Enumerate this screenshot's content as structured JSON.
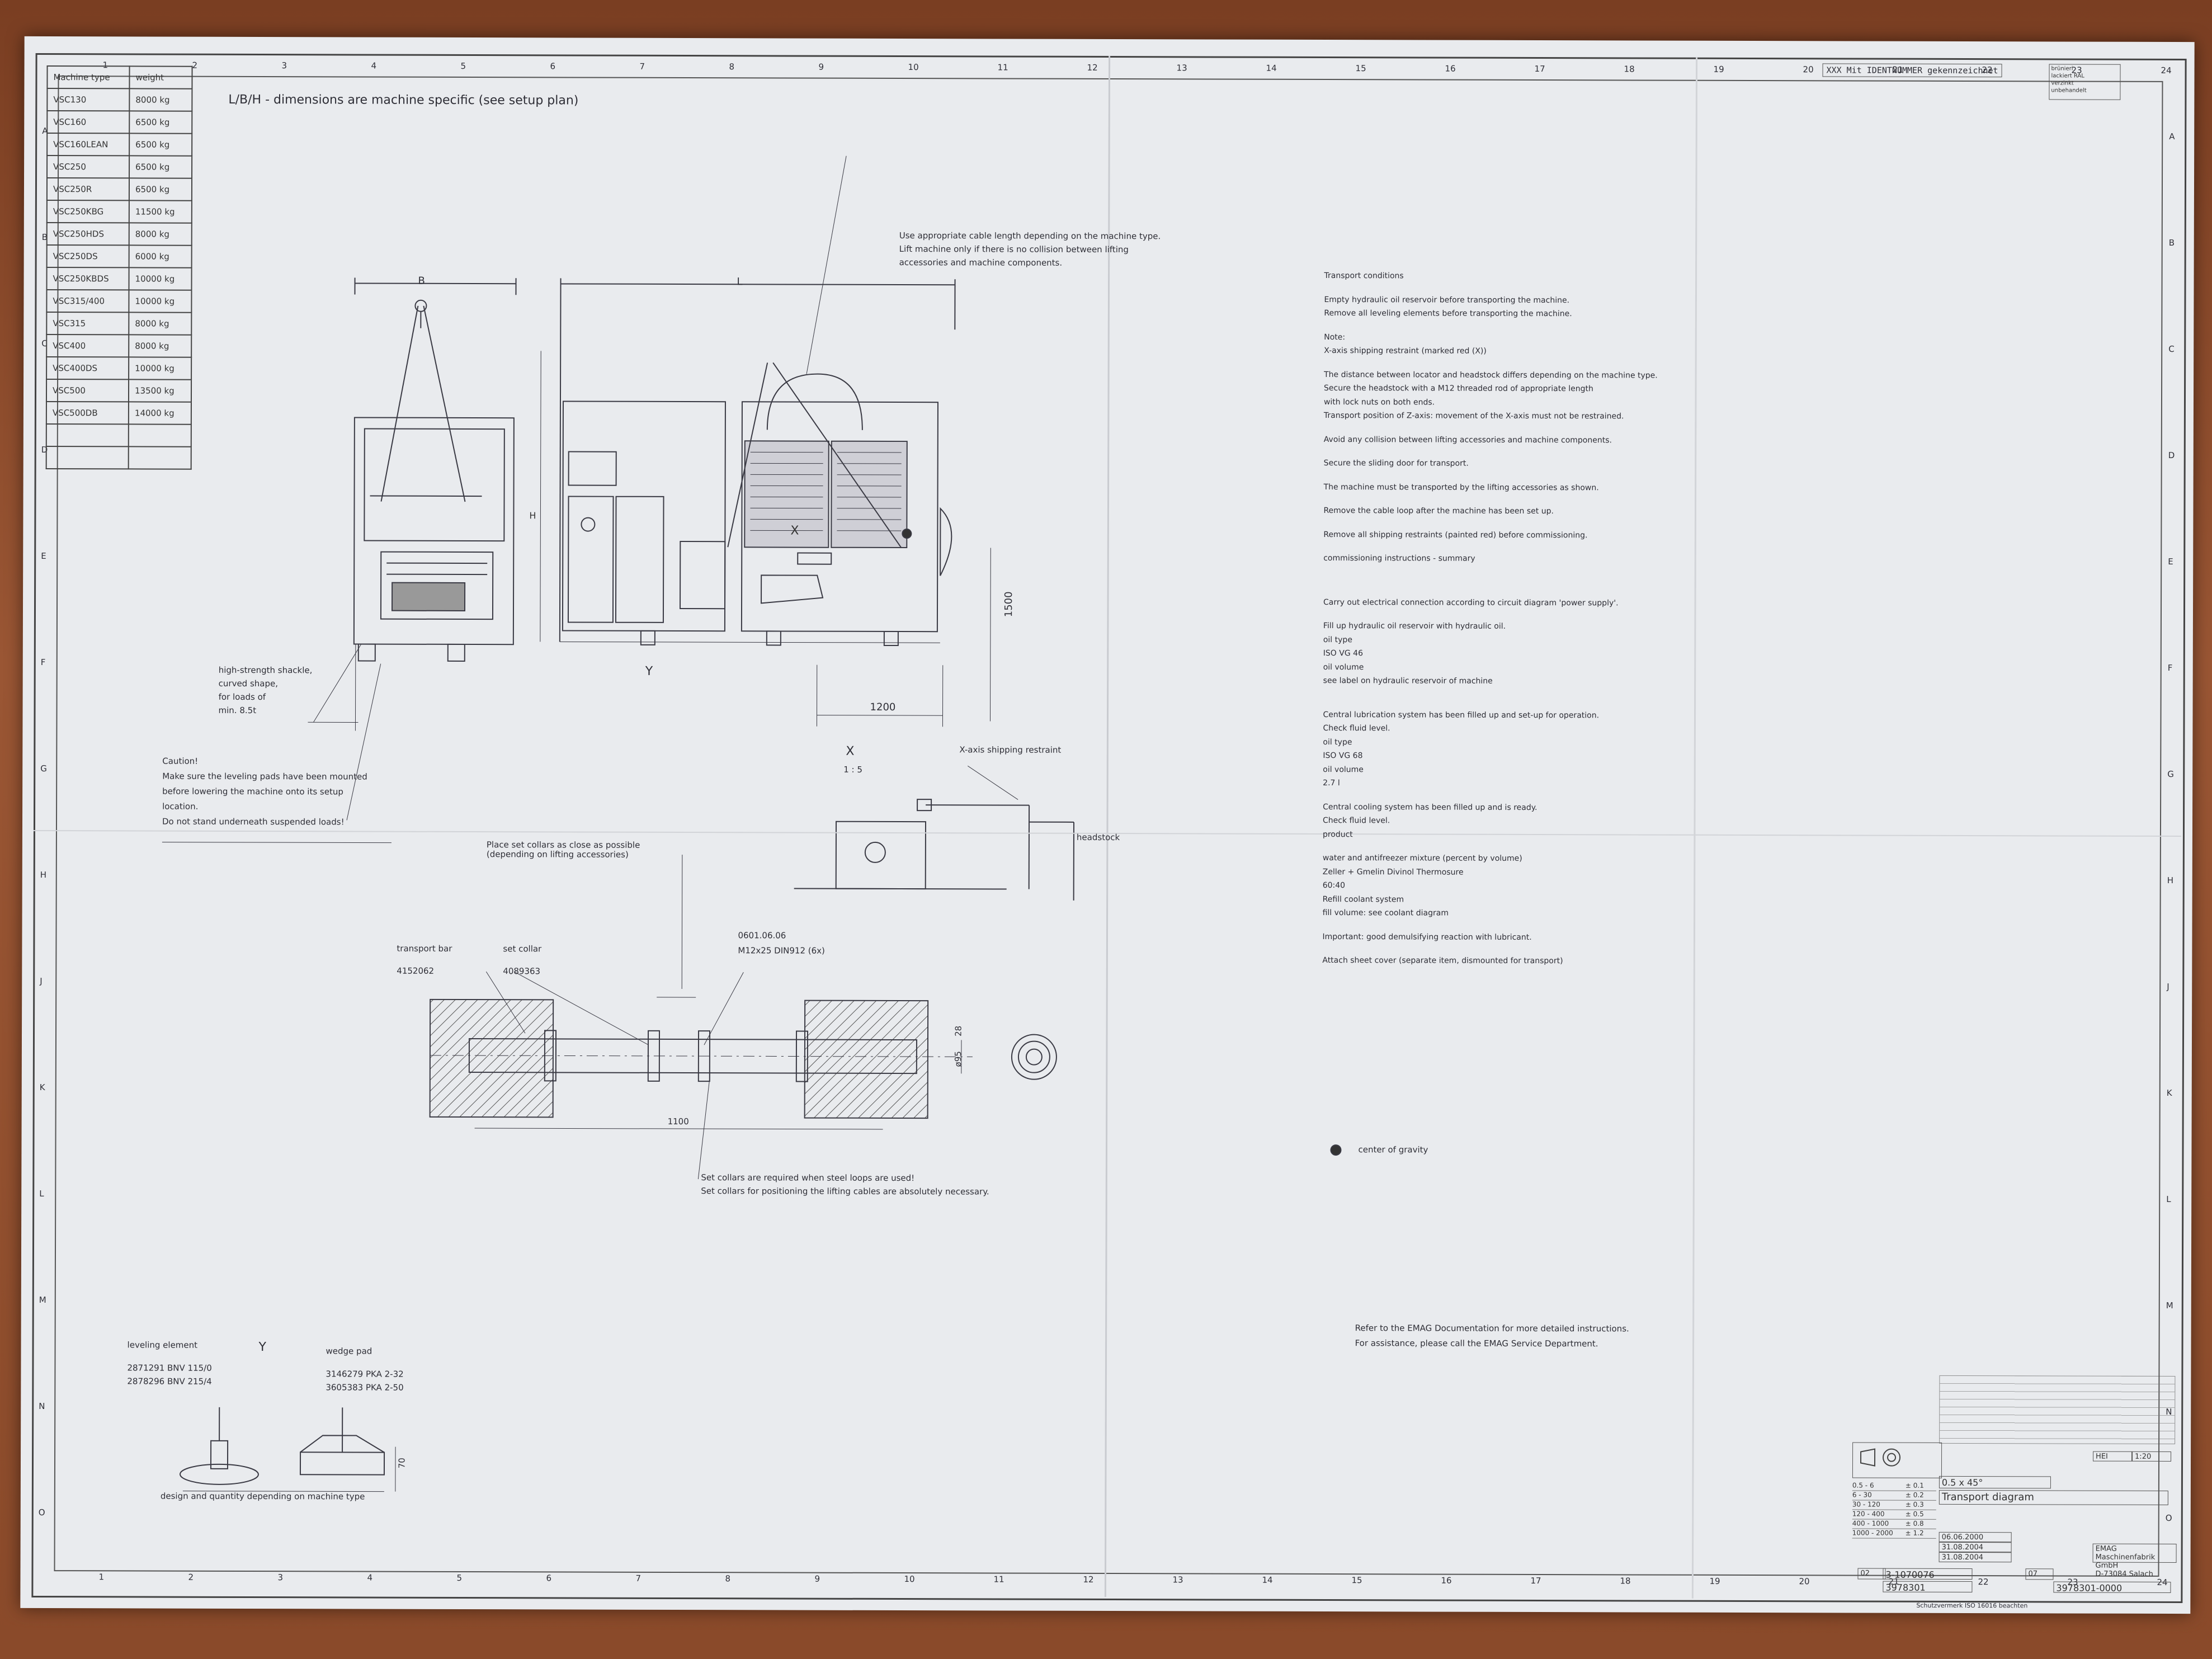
{
  "header": {
    "dimension_note": "L/B/H -   dimensions are machine specific (see setup plan)",
    "marking_note": "XXX  Mit IDENTNUMMER gekennzeichnet",
    "colors": [
      "brünieri",
      "lackiert RAL",
      "verzinkt",
      "unbehandelt"
    ]
  },
  "machine_table": {
    "headers": [
      "Machine type",
      "weight"
    ],
    "rows": [
      [
        "VSC130",
        "8000 kg"
      ],
      [
        "VSC160",
        "6500 kg"
      ],
      [
        "VSC160LEAN",
        "6500 kg"
      ],
      [
        "VSC250",
        "6500 kg"
      ],
      [
        "VSC250R",
        "6500 kg"
      ],
      [
        "VSC250KBG",
        "11500 kg"
      ],
      [
        "VSC250HDS",
        "8000 kg"
      ],
      [
        "VSC250DS",
        "6000 kg"
      ],
      [
        "VSC250KBDS",
        "10000 kg"
      ],
      [
        "VSC315/400",
        "10000 kg"
      ],
      [
        "VSC315",
        "8000 kg"
      ],
      [
        "VSC400",
        "8000 kg"
      ],
      [
        "VSC400DS",
        "10000 kg"
      ],
      [
        "VSC500",
        "13500 kg"
      ],
      [
        "VSC500DB",
        "14000 kg"
      ]
    ]
  },
  "drawing": {
    "dim_B": "B",
    "dim_L": "L",
    "dim_H": "H",
    "dim_1500": "1500",
    "dim_1200": "1200",
    "mark_X": "X",
    "mark_Y": "Y",
    "cable_note": [
      "Use appropriate cable length depending on the machine type.",
      "Lift machine only if there is no collision between lifting",
      "accessories and machine components."
    ],
    "shackle_note": [
      "high-strength shackle,",
      "curved shape,",
      "for loads of",
      "min. 8.5t"
    ],
    "caution_title": "Caution!",
    "caution_lines": [
      "Make sure the leveling pads have been mounted",
      "before lowering the machine onto its setup",
      "location.",
      "Do not stand underneath suspended loads!"
    ],
    "x_view": "X",
    "x_scale": "1 : 5",
    "x_restraint": "X-axis shipping restraint",
    "headstock": "headstock",
    "collar_note": [
      "Place set collars as close as possible",
      "(depending on lifting accessories)"
    ],
    "transport_bar": "transport bar",
    "transport_bar_no": "4152062",
    "set_collar": "set collar",
    "set_collar_no": "4089363",
    "screw_no": "0601.06.06",
    "screw_spec": "M12x25  DIN912  (6x)",
    "dim_1100": "1100",
    "dim_28": "28",
    "dim_d95": "ø95",
    "set_collar_notes": [
      "Set collars are required when steel loops are used!",
      "Set collars for positioning the lifting cables are absolutely necessary."
    ],
    "y_view": "Y",
    "leveling_title": "leveling element",
    "leveling_items": [
      "2871291 BNV 115/0",
      "2878296 BNV 215/4"
    ],
    "wedge_title": "wedge pad",
    "wedge_items": [
      "3146279 PKA 2-32",
      "3605383 PKA 2-50"
    ],
    "dim_70": "70",
    "design_note": "design and quantity depending on machine type"
  },
  "instructions": {
    "lines": [
      "Transport conditions",
      "",
      "Empty hydraulic oil reservoir before transporting the machine.",
      "Remove all leveling elements before transporting the machine.",
      "",
      "Note:",
      "X-axis shipping restraint (marked red (X))",
      "",
      "The distance between locator and headstock differs depending on the machine type.",
      "Secure the headstock with a M12 threaded rod of appropriate length",
      "with lock nuts on both ends.",
      "Transport position of Z-axis: movement of the X-axis must not be restrained.",
      "",
      "Avoid any collision between lifting accessories and machine components.",
      "",
      "Secure the sliding door for transport.",
      "",
      "The machine must be transported by the lifting accessories as shown.",
      "",
      "Remove the cable loop after the machine has been set up.",
      "",
      "Remove all shipping restraints (painted red) before commissioning.",
      "",
      "commissioning instructions - summary",
      "",
      "",
      "",
      "Carry out electrical connection according to circuit diagram 'power supply'.",
      "",
      "Fill up hydraulic oil reservoir with hydraulic oil.",
      "oil type",
      "ISO VG 46",
      "oil volume",
      "see label on hydraulic reservoir of machine",
      "",
      "",
      "Central lubrication system has been filled up and set-up for operation.",
      "Check fluid level.",
      "oil type",
      "ISO VG 68",
      "oil volume",
      "2.7 l",
      "",
      "Central cooling system has been filled up and is ready.",
      "Check fluid level.",
      "product",
      "",
      "water and antifreezer mixture (percent by volume)",
      "Zeller + Gmelin Divinol Thermosure",
      "60:40",
      "Refill coolant system",
      "fill volume: see coolant diagram",
      "",
      "Important: good demulsifying reaction with lubricant.",
      "",
      "Attach sheet cover (separate item, dismounted for transport)"
    ],
    "cog": "center of gravity",
    "refer_1": "Refer to the EMAG Documentation for more detailed instructions.",
    "refer_2": "For assistance, please call the EMAG Service Department."
  },
  "title_block": {
    "tolerance": "0.5 x 45°",
    "title": "Transport diagram",
    "company": "EMAG Maschinenfabrik GmbH",
    "address": "D-73084 Salach",
    "drawing_no": "3-1070076",
    "part_no": "3978301",
    "part_no_full": "3978301-0000",
    "scale": "1:20",
    "sheet": "07",
    "rev_index": "02",
    "date_created": "06.06.2000",
    "date_checked": "31.08.2004",
    "date_norm": "31.08.2004",
    "user": "HEI",
    "copyright": "Schutzvermerk ISO 16016 beachten",
    "tol_rows": [
      "0.5 - 6",
      "6 - 30",
      "30 - 120",
      "120 - 400",
      "400 - 1000",
      "1000 - 2000"
    ],
    "tol_vals": [
      "± 0.1",
      "± 0.2",
      "± 0.3",
      "± 0.5",
      "± 0.8",
      "± 1.2"
    ]
  },
  "grid": {
    "cols": [
      "1",
      "2",
      "3",
      "4",
      "5",
      "6",
      "7",
      "8",
      "9",
      "10",
      "11",
      "12",
      "13",
      "14",
      "15",
      "16",
      "17",
      "18",
      "19",
      "20",
      "21",
      "22",
      "23",
      "24"
    ],
    "rows": [
      "A",
      "B",
      "C",
      "D",
      "E",
      "F",
      "G",
      "H",
      "J",
      "K",
      "L",
      "M",
      "N",
      "O"
    ]
  }
}
